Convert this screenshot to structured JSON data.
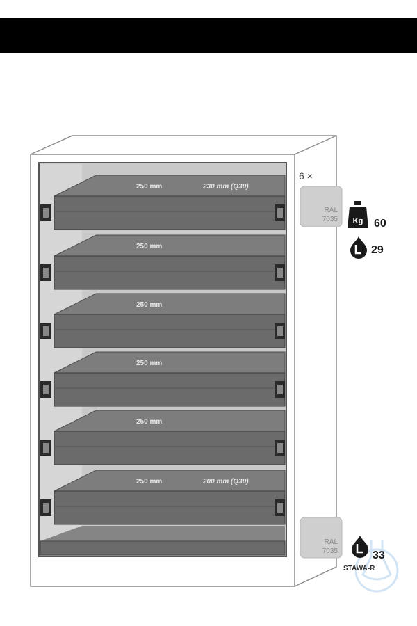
{
  "drawer_count": "6 ×",
  "drawers": [
    {
      "label_left": "250 mm",
      "label_right": "230 mm (Q30)"
    },
    {
      "label_left": "250 mm",
      "label_right": ""
    },
    {
      "label_left": "250 mm",
      "label_right": ""
    },
    {
      "label_left": "250 mm",
      "label_right": ""
    },
    {
      "label_left": "250 mm",
      "label_right": ""
    },
    {
      "label_left": "250 mm",
      "label_right": "200 mm (Q30)"
    }
  ],
  "colour_top": {
    "line1": "RAL",
    "line2": "7035"
  },
  "colour_bottom": {
    "line1": "RAL",
    "line2": "7035"
  },
  "weight_icon_text": "Kg",
  "load_kg": "60",
  "volume_l": "29",
  "volume_l_bottom": "33",
  "certification": "STAWA-R",
  "colors": {
    "drawer_dark": "#6b6b6b",
    "drawer_mid": "#7d7d7d",
    "cabinet_line": "#8c8c8c",
    "interior": "#c9c9c9"
  }
}
